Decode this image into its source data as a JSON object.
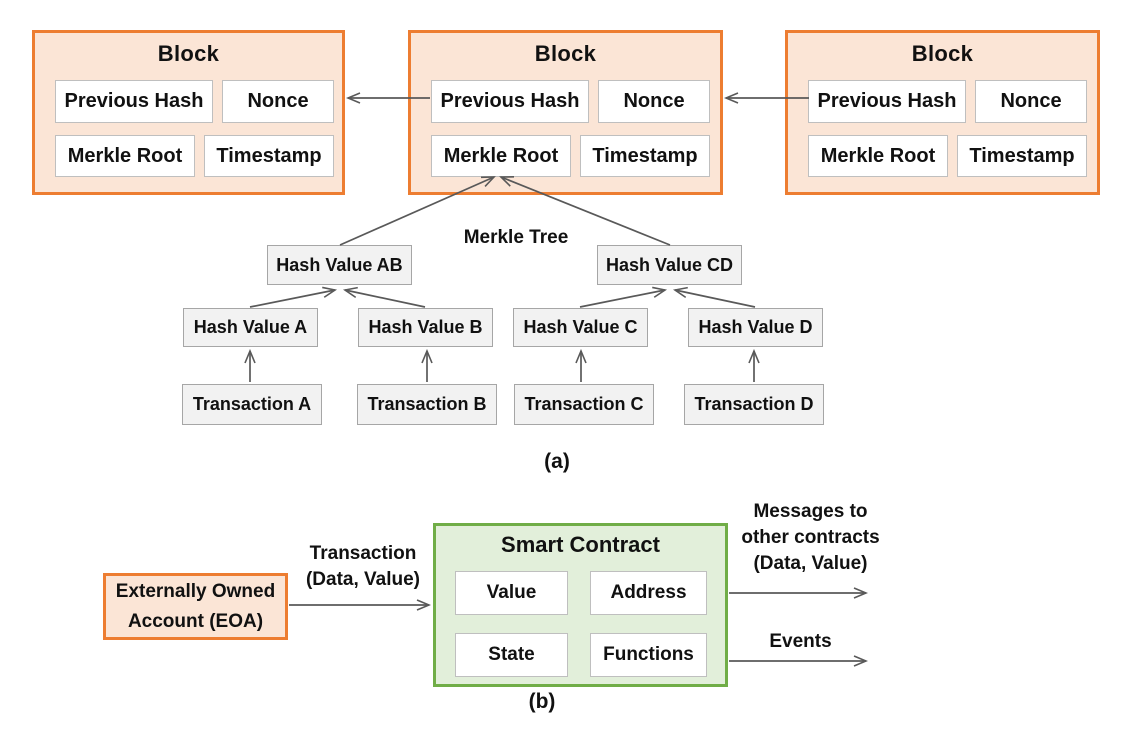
{
  "panel_a": {
    "label": "(a)",
    "blocks": [
      {
        "title": "Block",
        "prev_hash": "Previous Hash",
        "nonce": "Nonce",
        "merkle_root": "Merkle Root",
        "timestamp": "Timestamp"
      },
      {
        "title": "Block",
        "prev_hash": "Previous Hash",
        "nonce": "Nonce",
        "merkle_root": "Merkle Root",
        "timestamp": "Timestamp"
      },
      {
        "title": "Block",
        "prev_hash": "Previous Hash",
        "nonce": "Nonce",
        "merkle_root": "Merkle Root",
        "timestamp": "Timestamp"
      }
    ],
    "merkle_tree": {
      "caption": "Merkle Tree",
      "pair_hashes": [
        "Hash Value AB",
        "Hash Value CD"
      ],
      "leaf_hashes": [
        "Hash Value A",
        "Hash Value B",
        "Hash Value C",
        "Hash Value D"
      ],
      "transactions": [
        "Transaction A",
        "Transaction B",
        "Transaction C",
        "Transaction D"
      ]
    }
  },
  "panel_b": {
    "label": "(b)",
    "eoa": {
      "line1": "Externally Owned",
      "line2": "Account (EOA)"
    },
    "transaction_arrow": {
      "line1": "Transaction",
      "line2": "(Data, Value)"
    },
    "contract": {
      "title": "Smart Contract",
      "fields": [
        "Value",
        "Address",
        "State",
        "Functions"
      ]
    },
    "messages_arrow": {
      "line1": "Messages to",
      "line2": "other contracts",
      "line3": "(Data, Value)"
    },
    "events_arrow": {
      "label": "Events"
    }
  },
  "colors": {
    "block_border": "#ED7D31",
    "block_fill": "#FBE5D6",
    "contract_border": "#70AD47",
    "contract_fill": "#E2EFDA",
    "node_fill": "#F2F2F2",
    "node_border": "#A6A6A6",
    "field_border": "#BFBFBF",
    "connector_line": "#595959"
  }
}
